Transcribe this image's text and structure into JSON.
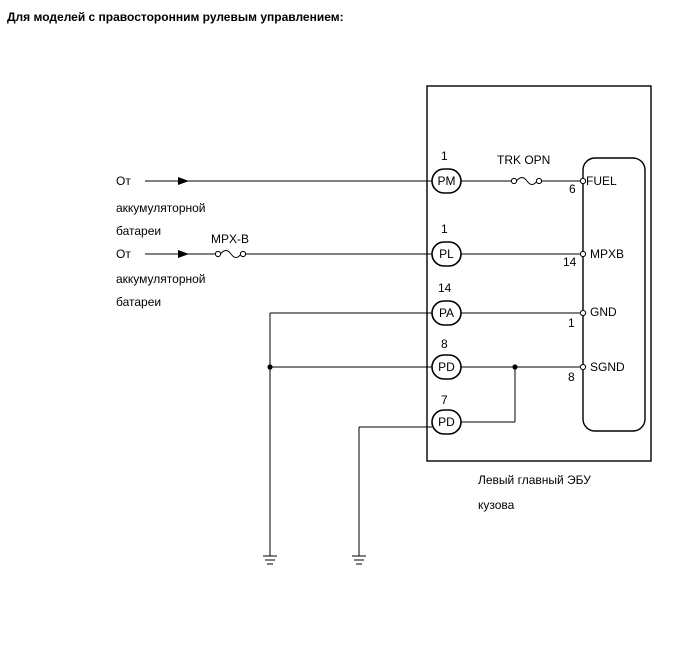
{
  "title": "Для моделей с правосторонним рулевым управлением:",
  "sources": [
    {
      "from": "От",
      "line1": "аккумуляторной",
      "line2": "батареи"
    },
    {
      "from": "От",
      "line1": "аккумуляторной",
      "line2": "батареи"
    }
  ],
  "fuses": {
    "trk": "TRK OPN",
    "mpx": "MPX-B"
  },
  "connectors": [
    {
      "pin": "1",
      "label": "PM"
    },
    {
      "pin": "1",
      "label": "PL"
    },
    {
      "pin": "14",
      "label": "PA"
    },
    {
      "pin": "8",
      "label": "PD"
    },
    {
      "pin": "7",
      "label": "PD"
    }
  ],
  "inner_terminals": [
    {
      "pin": "6",
      "label": "FUEL"
    },
    {
      "pin": "14",
      "label": "MPXB"
    },
    {
      "pin": "1",
      "label": "GND"
    },
    {
      "pin": "8",
      "label": "SGND"
    }
  ],
  "ecu": {
    "line1": "Левый главный ЭБУ",
    "line2": "кузова"
  }
}
